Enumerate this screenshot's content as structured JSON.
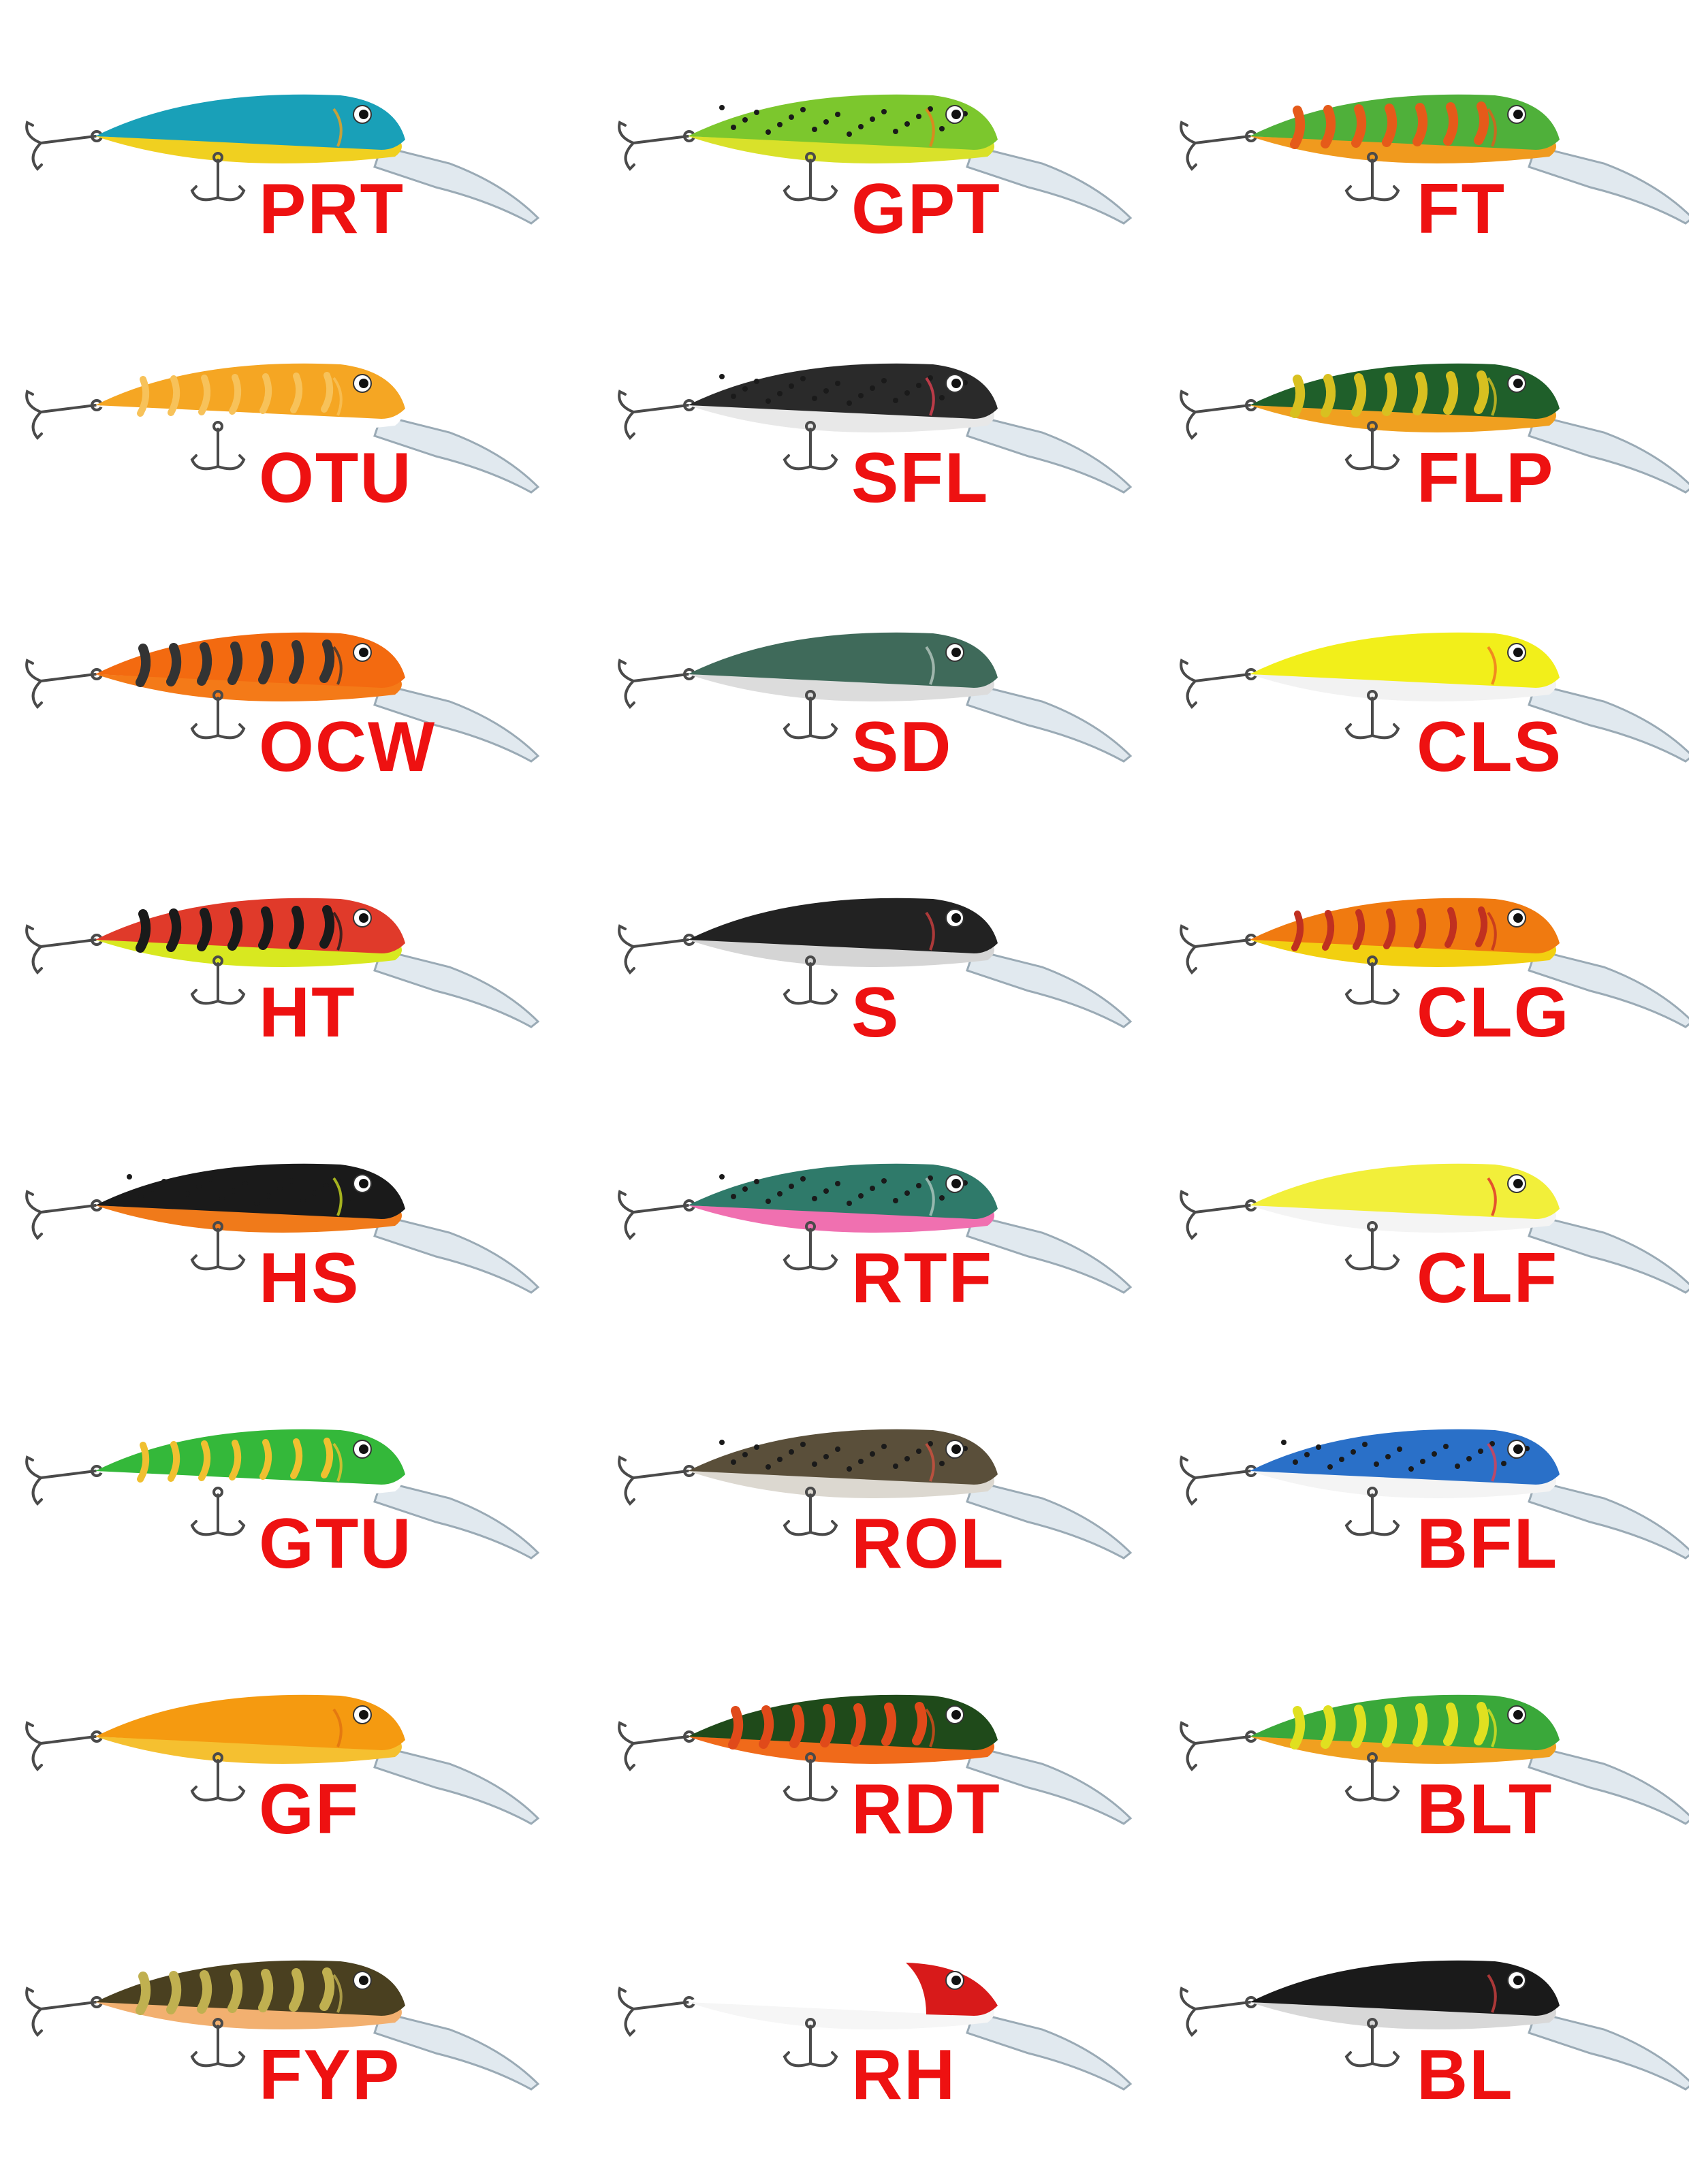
{
  "lures": [
    {
      "code": "PRT",
      "icon": "lure-icon",
      "back": "#19a0b8",
      "belly": "#f0d020",
      "accent": "#f2a11a",
      "pattern": "plain"
    },
    {
      "code": "GPT",
      "icon": "lure-icon",
      "back": "#7cc72d",
      "belly": "#d9e12a",
      "accent": "#f07a1c",
      "pattern": "spots"
    },
    {
      "code": "FT",
      "icon": "lure-icon",
      "back": "#4fb03a",
      "belly": "#f09a1e",
      "accent": "#e55a1a",
      "pattern": "tiger"
    },
    {
      "code": "OTU",
      "icon": "lure-icon",
      "back": "#f5a623",
      "belly": "#ffffff",
      "accent": "#f7c25a",
      "pattern": "stripes"
    },
    {
      "code": "SFL",
      "icon": "lure-icon",
      "back": "#2a2a2a",
      "belly": "#e8e8e8",
      "accent": "#e04050",
      "pattern": "spots"
    },
    {
      "code": "FLP",
      "icon": "lure-icon",
      "back": "#1f5f2a",
      "belly": "#f0a020",
      "accent": "#d8c020",
      "pattern": "tiger"
    },
    {
      "code": "OCW",
      "icon": "lure-icon",
      "back": "#f36a10",
      "belly": "#f47a18",
      "accent": "#333333",
      "pattern": "tiger"
    },
    {
      "code": "SD",
      "icon": "lure-icon",
      "back": "#3f6a5a",
      "belly": "#dcdcdc",
      "accent": "#b8c8c0",
      "pattern": "plain"
    },
    {
      "code": "CLS",
      "icon": "lure-icon",
      "back": "#f2ef1a",
      "belly": "#f2f2f2",
      "accent": "#f07020",
      "pattern": "plain"
    },
    {
      "code": "HT",
      "icon": "lure-icon",
      "back": "#e03a2a",
      "belly": "#d8e820",
      "accent": "#1a1a1a",
      "pattern": "tiger"
    },
    {
      "code": "S",
      "icon": "lure-icon",
      "back": "#222222",
      "belly": "#d5d5d5",
      "accent": "#d04040",
      "pattern": "plain"
    },
    {
      "code": "CLG",
      "icon": "lure-icon",
      "back": "#f07a10",
      "belly": "#f2d010",
      "accent": "#c03020",
      "pattern": "stripes"
    },
    {
      "code": "HS",
      "icon": "lure-icon",
      "back": "#1a1a1a",
      "belly": "#f07a1a",
      "accent": "#c8d820",
      "pattern": "spots"
    },
    {
      "code": "RTF",
      "icon": "lure-icon",
      "back": "#2f7a6a",
      "belly": "#f070b0",
      "accent": "#b0c8c0",
      "pattern": "spots"
    },
    {
      "code": "CLF",
      "icon": "lure-icon",
      "back": "#f2ef3a",
      "belly": "#f4f4f4",
      "accent": "#e02a2a",
      "pattern": "plain"
    },
    {
      "code": "GTU",
      "icon": "lure-icon",
      "back": "#34b83a",
      "belly": "#ffffff",
      "accent": "#f0c030",
      "pattern": "stripes"
    },
    {
      "code": "ROL",
      "icon": "lure-icon",
      "back": "#5a4f3a",
      "belly": "#dcd8d0",
      "accent": "#d05040",
      "pattern": "spots"
    },
    {
      "code": "BFL",
      "icon": "lure-icon",
      "back": "#2a70c8",
      "belly": "#f4f4f4",
      "accent": "#e04050",
      "pattern": "spots"
    },
    {
      "code": "GF",
      "icon": "lure-icon",
      "back": "#f59a10",
      "belly": "#f5c030",
      "accent": "#e07010",
      "pattern": "plain"
    },
    {
      "code": "RDT",
      "icon": "lure-icon",
      "back": "#1f4a1a",
      "belly": "#f06a1a",
      "accent": "#e04a1a",
      "pattern": "tiger"
    },
    {
      "code": "BLT",
      "icon": "lure-icon",
      "back": "#3aa83a",
      "belly": "#f0a020",
      "accent": "#e0e020",
      "pattern": "tiger"
    },
    {
      "code": "FYP",
      "icon": "lure-icon",
      "back": "#4a4020",
      "belly": "#f2b070",
      "accent": "#c0b050",
      "pattern": "tiger"
    },
    {
      "code": "RH",
      "icon": "lure-icon",
      "back": "#ffffff",
      "belly": "#f6f6f6",
      "accent": "#d81a1a",
      "pattern": "redhead"
    },
    {
      "code": "BL",
      "icon": "lure-icon",
      "back": "#1a1a1a",
      "belly": "#d8d8d8",
      "accent": "#d04040",
      "pattern": "plain"
    }
  ]
}
